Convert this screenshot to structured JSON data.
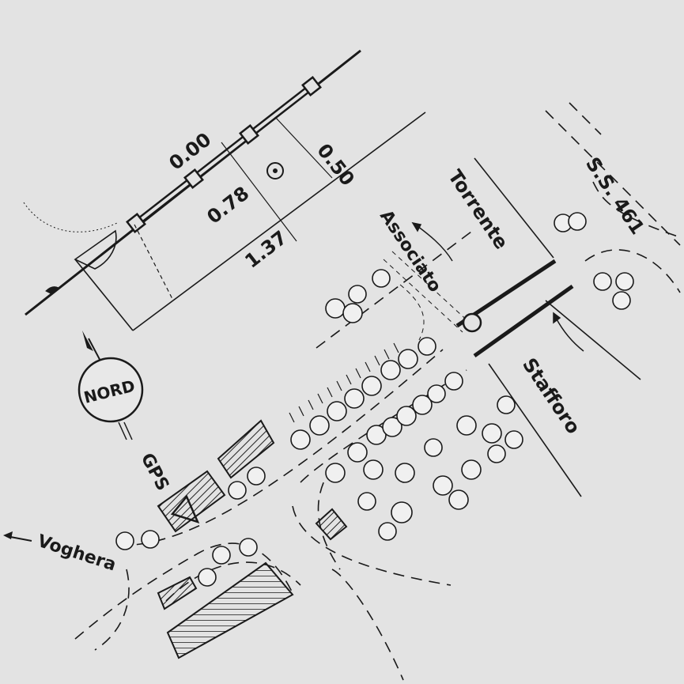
{
  "labels": {
    "north": "NORD",
    "gps": "GPS",
    "voghera": "Voghera",
    "torrente": "Torrente",
    "stafforo": "Stafforo",
    "associato": "Associato",
    "ss461": "S.S. 461"
  },
  "profile": {
    "dim_top": "0.00",
    "dim_mid": "0.78",
    "dim_bottom": "1.37",
    "dim_right": "0.50"
  },
  "colors": {
    "background": "#e3e3e3",
    "ink": "#1a1a1a"
  }
}
